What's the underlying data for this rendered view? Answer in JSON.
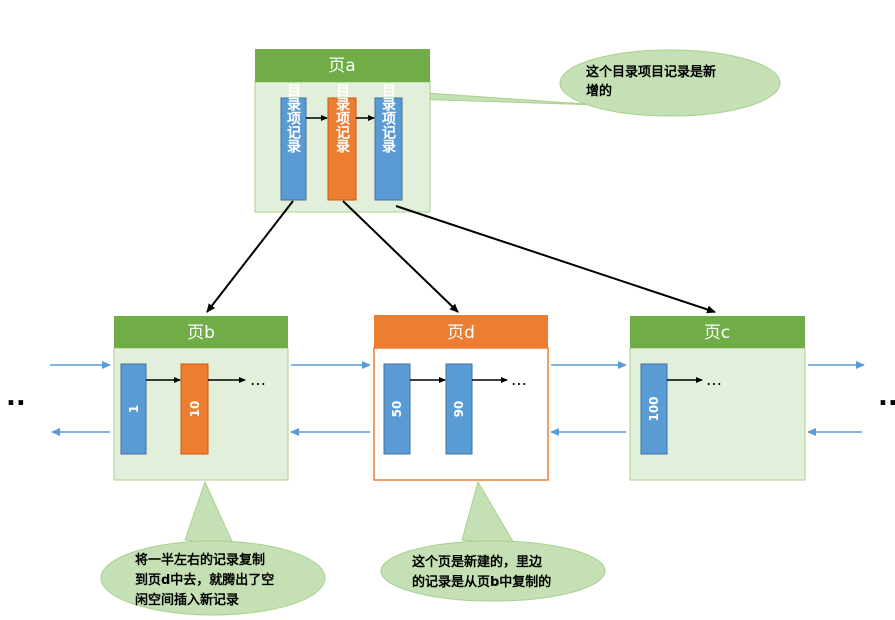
{
  "pages": {
    "a": {
      "title": "页a"
    },
    "b": {
      "title": "页b"
    },
    "d": {
      "title": "页d"
    },
    "c": {
      "title": "页c"
    }
  },
  "directory_records": [
    "目录项记录",
    "目录项记录",
    "目录项记录"
  ],
  "records": {
    "b": [
      "1",
      "10"
    ],
    "d": [
      "50",
      "90"
    ],
    "c": [
      "100"
    ]
  },
  "continuation": "…",
  "side_ellipsis": "..",
  "callouts": {
    "new_directory": [
      "这个目录项目记录是新",
      "增的"
    ],
    "copy_half": [
      "将一半左右的记录复制",
      "到页d中去，就腾出了空",
      "闲空间插入新记录"
    ],
    "new_page": [
      "这个页是新建的，里边",
      "的记录是从页b中复制的"
    ]
  },
  "colors": {
    "green_header": "#70ad47",
    "page_fill": "#e2efda",
    "page_border": "#a9d18e",
    "blue": "#5b9bd5",
    "orange": "#ed7d31",
    "callout_fill": "#c5e0b4",
    "arrow_blue": "#5b9bd5"
  }
}
